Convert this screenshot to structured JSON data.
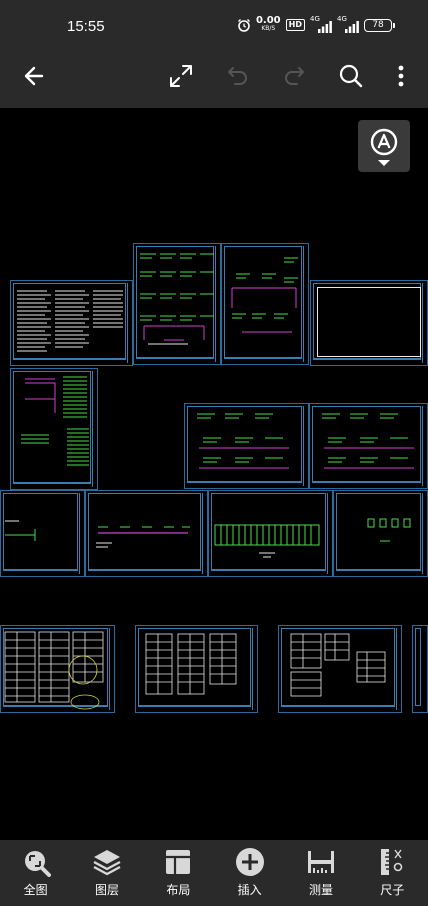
{
  "status": {
    "time": "15:55",
    "net_speed": "0.00",
    "net_unit": "KB/S",
    "hd": "HD",
    "signal1": "4G",
    "signal2": "4G",
    "battery": "78"
  },
  "toolbar": {
    "back": "arrow-left-icon",
    "fullscreen": "expand-icon",
    "undo": "undo-icon",
    "redo": "redo-icon",
    "search": "search-icon",
    "more": "more-vertical-icon"
  },
  "bottom_nav": [
    {
      "label": "全图",
      "icon": "zoom-extents-icon"
    },
    {
      "label": "图层",
      "icon": "layers-icon"
    },
    {
      "label": "布局",
      "icon": "layout-icon"
    },
    {
      "label": "插入",
      "icon": "plus-circle-icon"
    },
    {
      "label": "测量",
      "icon": "measure-icon"
    },
    {
      "label": "尺子",
      "icon": "ruler-icon"
    }
  ],
  "colors": {
    "bar_bg": "#2a2a2a",
    "canvas_bg": "#000000",
    "frame": "#3a7db0",
    "cad_green": "#4cdc4c",
    "cad_magenta": "#d040d0",
    "cad_white": "#e8e8e8"
  }
}
